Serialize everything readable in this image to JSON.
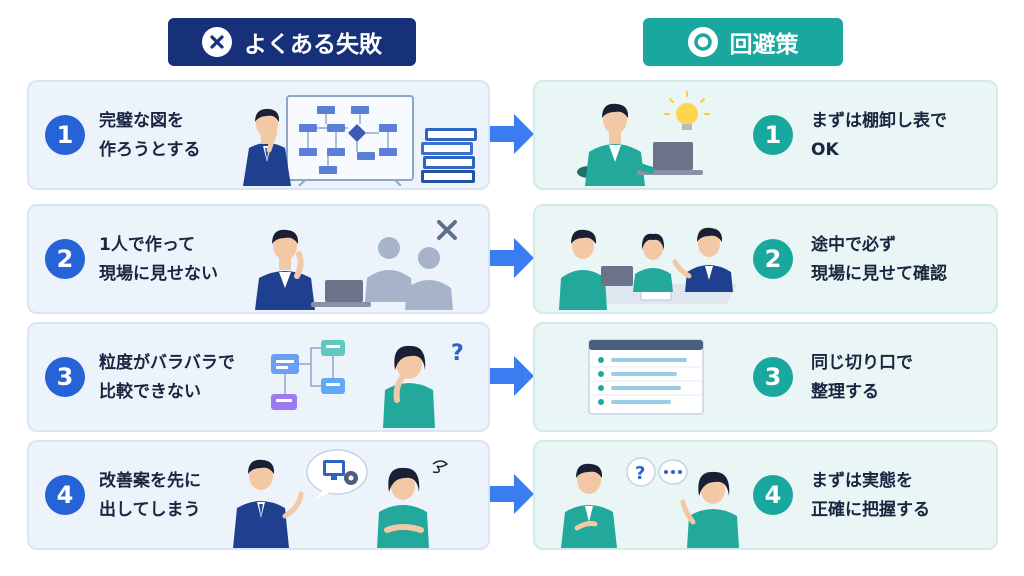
{
  "headers": {
    "left": {
      "label": "よくある失敗",
      "icon": "x-circle-icon",
      "color": "#16307a"
    },
    "right": {
      "label": "回避策",
      "icon": "circle-icon",
      "color": "#1aa79e"
    }
  },
  "rows": [
    {
      "num": "1",
      "mistake": [
        "完璧な図を",
        "作ろうとする"
      ],
      "solution": [
        "まずは棚卸し表で",
        "OK"
      ]
    },
    {
      "num": "2",
      "mistake": [
        "1人で作って",
        "現場に見せない"
      ],
      "solution": [
        "途中で必ず",
        "現場に見せて確認"
      ]
    },
    {
      "num": "3",
      "mistake": [
        "粒度がバラバラで",
        "比較できない"
      ],
      "solution": [
        "同じ切り口で",
        "整理する"
      ]
    },
    {
      "num": "4",
      "mistake": [
        "改善案を先に",
        "出してしまう"
      ],
      "solution": [
        "まずは実態を",
        "正確に把握する"
      ]
    }
  ],
  "colors": {
    "mistake_accent": "#2563d6",
    "solution_accent": "#19a89e",
    "arrow": "#3b7cf0"
  }
}
